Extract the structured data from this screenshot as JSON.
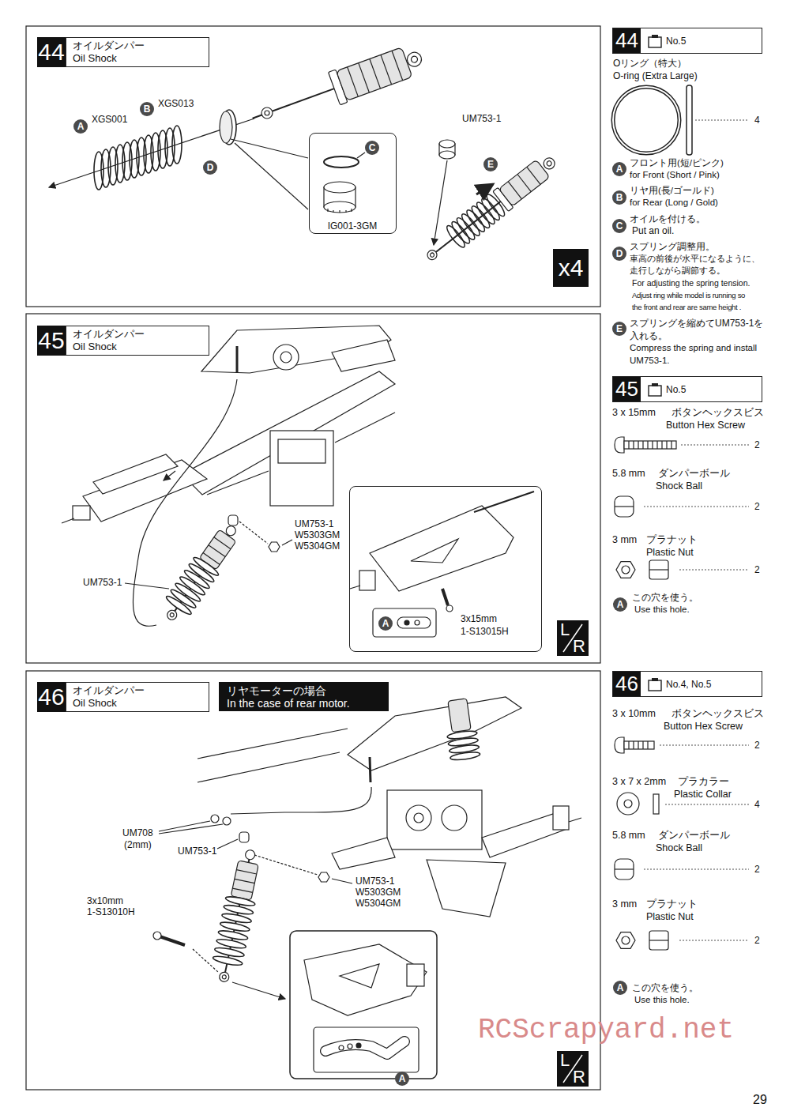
{
  "diagram": {
    "nodes": [
      {
        "text": [
          "44",
          "オイルダンパー",
          "Oil Shock"
        ]
      },
      {
        "text": [
          "A"
        ]
      },
      {
        "text": [
          "B"
        ]
      },
      {
        "text": [
          "D"
        ]
      },
      {
        "text": [
          "IG001-3GM"
        ]
      },
      {
        "text": [
          "C"
        ],
        "in": 4
      },
      {
        "text": [
          "E"
        ]
      },
      {
        "text": [
          "x4"
        ]
      },
      {
        "text": [
          "44",
          "No.5"
        ]
      },
      {
        "text": [
          "A"
        ]
      },
      {
        "text": [
          "B"
        ]
      },
      {
        "text": [
          "C"
        ]
      },
      {
        "text": [
          "D"
        ]
      },
      {
        "text": [
          "E"
        ]
      },
      {
        "text": [
          "45",
          "オイルダンパー",
          "Oil Shock"
        ]
      },
      {
        "text": [
          "3x15mm",
          "1-S13015H"
        ]
      },
      {
        "text": [
          "A"
        ],
        "in": 15
      },
      {
        "text": [
          "L",
          "R"
        ]
      },
      {
        "text": [
          "45",
          "No.5"
        ]
      },
      {
        "text": [
          "A"
        ]
      },
      {
        "text": [
          "46",
          "オイルダンパー",
          "Oil Shock"
        ]
      },
      {
        "text": [
          "リヤモーターの場合",
          "In the case of rear motor."
        ]
      },
      {
        "text": [
          "A"
        ]
      },
      {
        "text": [
          "L",
          "R"
        ]
      },
      {
        "text": [
          "46",
          "No.4, No.5"
        ]
      },
      {
        "text": [
          "A"
        ]
      }
    ],
    "labels": [
      "XGS001",
      "XGS013",
      "UM753-1",
      "Oリング（特大）",
      "O-ring (Extra Large)",
      "4",
      "フロント用(短/ピンク)",
      "for Front (Short / Pink)",
      "リヤ用(長/ゴールド)",
      "for Rear (Long / Gold)",
      "オイルを付ける。",
      "Put an oil.",
      "スプリング調整用。",
      "車高の前後が水平になるように、",
      "走行しながら調節する。",
      "For adjusting the spring tension.",
      "Adjust ring while model is running so",
      "the front and rear are same height .",
      "スプリングを縮めてUM753-1を",
      "入れる。",
      "Compress the spring and install",
      "UM753-1.",
      "3 x 15mm",
      "ボタンヘックスビス",
      "Button Hex Screw",
      "2",
      "5.8 mm",
      "ダンパーボール",
      "Shock Ball",
      "2",
      "3 mm",
      "プラナット",
      "Plastic Nut",
      "2",
      "この穴を使う。",
      "Use this hole.",
      "3 x 10mm",
      "ボタンヘックスビス",
      "Button Hex Screw",
      "2",
      "3 x 7 x 2mm",
      "プラカラー",
      "Plastic Collar",
      "4",
      "5.8 mm",
      "ダンパーボール",
      "Shock Ball",
      "2",
      "3 mm",
      "プラナット",
      "Plastic Nut",
      "2",
      "この穴を使う。",
      "Use this hole.",
      "UM753-1",
      "W5303GM",
      "W5304GM",
      "UM753-1",
      "UM708",
      "(2mm)",
      "UM753-1",
      "UM753-1",
      "W5303GM",
      "W5304GM",
      "3x10mm",
      "1-S13010H",
      "RCScrapyard.net",
      "29"
    ]
  }
}
